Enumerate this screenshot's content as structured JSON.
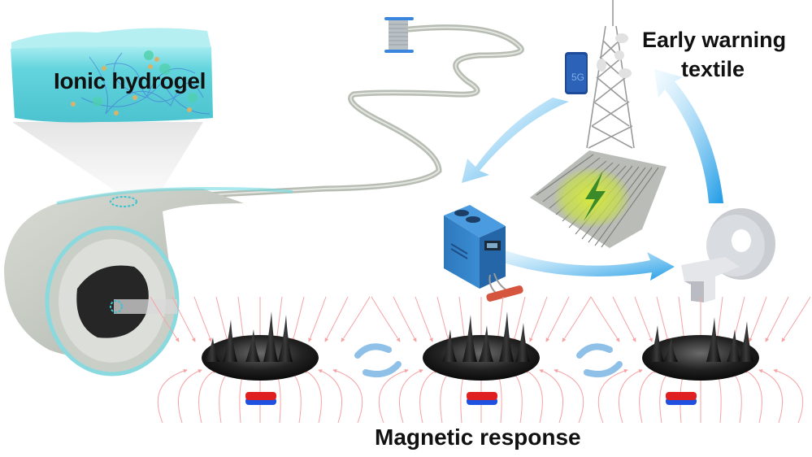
{
  "figure": {
    "type": "graphical-abstract",
    "labels": {
      "hydrogel": "Ionic hydrogel",
      "warning_line1": "Early warning",
      "warning_line2": "textile",
      "magnetic": "Magnetic response"
    },
    "phone_badge": "5G",
    "components": [
      {
        "name": "ionic-hydrogel-block",
        "description": "translucent cyan hydrogel block with polymer network and ions"
      },
      {
        "name": "coaxial-fiber",
        "description": "curled coaxial fiber with hydrogel sheath and dark core"
      },
      {
        "name": "fiber-spool",
        "description": "spool of fiber connected by wavy strand"
      },
      {
        "name": "cell-tower",
        "description": "5G telecommunications tower"
      },
      {
        "name": "smartphone",
        "description": "5G phone"
      },
      {
        "name": "woven-textile",
        "description": "woven textile with yellow-green glow and lightning bolt"
      },
      {
        "name": "induction-heater",
        "description": "blue power supply with induction coil"
      },
      {
        "name": "mri-scanner",
        "description": "MRI machine"
      },
      {
        "name": "ferrofluid-spikes",
        "count": 3,
        "description": "magnetic spikes on black disc above red/blue magnet"
      }
    ],
    "colors": {
      "hydrogel": "#5fd3dc",
      "signal_arrow": "#2fa6ea",
      "field_lines": "#f6a3a3",
      "magnet_north": "#e02020",
      "magnet_south": "#2050e0",
      "device_blue": "#2f7cc0",
      "textile_glow": "#c8e04a",
      "bolt": "#3a8a2a"
    }
  }
}
